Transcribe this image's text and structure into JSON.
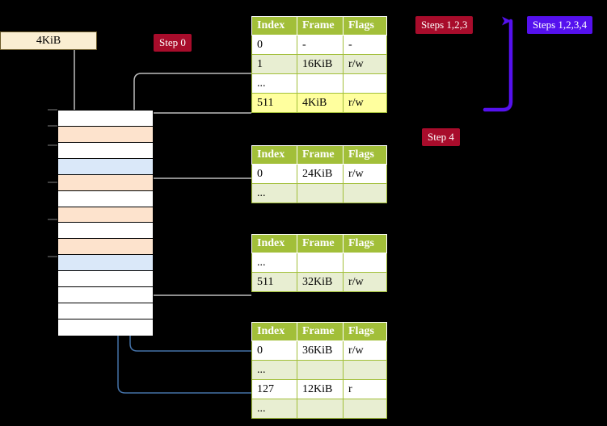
{
  "meta": {
    "background_color": "#000000",
    "accent_green": "#a2bf39",
    "accent_crimson": "#a80c2b",
    "accent_blue": "#5511ee",
    "highlight_yellow": "#ffff9e",
    "row_tint": "#e8eed2",
    "mem_orange": "#fde3cd",
    "mem_blue": "#dae8f9",
    "kib_box_fill": "#faeed2"
  },
  "labels": {
    "step0": "Step 0",
    "step4": "Step 4",
    "steps123": "Steps 1,2,3",
    "steps1234": "Steps 1,2,3,4",
    "kib_box": "4KiB"
  },
  "tables": [
    {
      "name": "pml4-table",
      "headers": [
        "Index",
        "Frame",
        "Flags"
      ],
      "rows": [
        {
          "tint": "white",
          "cells": [
            "0",
            "-",
            "-"
          ],
          "highlight": [
            false,
            false,
            false
          ]
        },
        {
          "tint": "tint",
          "cells": [
            "1",
            "16KiB",
            "r/w"
          ],
          "highlight": [
            false,
            false,
            false
          ]
        },
        {
          "tint": "white",
          "cells": [
            "...",
            "",
            ""
          ],
          "highlight": [
            false,
            false,
            false
          ]
        },
        {
          "tint": "tint",
          "cells": [
            "511",
            "4KiB",
            "r/w"
          ],
          "highlight": [
            true,
            true,
            true
          ]
        }
      ]
    },
    {
      "name": "pdp-table",
      "headers": [
        "Index",
        "Frame",
        "Flags"
      ],
      "rows": [
        {
          "tint": "white",
          "cells": [
            "0",
            "24KiB",
            "r/w"
          ],
          "highlight": [
            false,
            false,
            false
          ]
        },
        {
          "tint": "tint",
          "cells": [
            "...",
            "",
            ""
          ],
          "highlight": [
            false,
            false,
            false
          ]
        }
      ]
    },
    {
      "name": "pd-table",
      "headers": [
        "Index",
        "Frame",
        "Flags"
      ],
      "rows": [
        {
          "tint": "white",
          "cells": [
            "...",
            "",
            ""
          ],
          "highlight": [
            false,
            false,
            false
          ]
        },
        {
          "tint": "tint",
          "cells": [
            "511",
            "32KiB",
            "r/w"
          ],
          "highlight": [
            false,
            false,
            false
          ]
        }
      ]
    },
    {
      "name": "pt-table",
      "headers": [
        "Index",
        "Frame",
        "Flags"
      ],
      "rows": [
        {
          "tint": "white",
          "cells": [
            "0",
            "36KiB",
            "r/w"
          ],
          "highlight": [
            false,
            false,
            false
          ]
        },
        {
          "tint": "tint",
          "cells": [
            "...",
            "",
            ""
          ],
          "highlight": [
            false,
            false,
            false
          ]
        },
        {
          "tint": "white",
          "cells": [
            "127",
            "12KiB",
            "r"
          ],
          "highlight": [
            false,
            false,
            false
          ]
        },
        {
          "tint": "tint",
          "cells": [
            "...",
            "",
            ""
          ],
          "highlight": [
            false,
            false,
            false
          ]
        }
      ]
    }
  ],
  "memory_column": {
    "name": "physical-memory-column",
    "rows": [
      {
        "fill": "white"
      },
      {
        "fill": "orange"
      },
      {
        "fill": "white"
      },
      {
        "fill": "blue"
      },
      {
        "fill": "orange"
      },
      {
        "fill": "white"
      },
      {
        "fill": "orange"
      },
      {
        "fill": "white"
      },
      {
        "fill": "orange"
      },
      {
        "fill": "blue"
      },
      {
        "fill": "white"
      },
      {
        "fill": "white"
      },
      {
        "fill": "white"
      },
      {
        "fill": "white"
      }
    ]
  }
}
